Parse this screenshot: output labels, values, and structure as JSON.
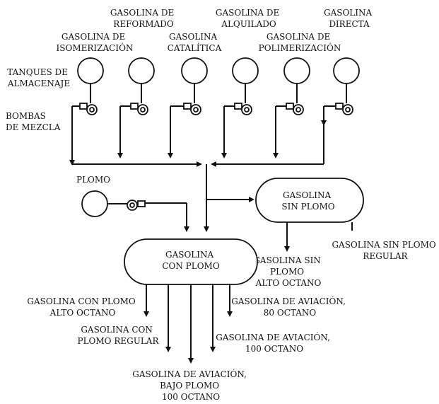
{
  "labels": {
    "tanques": [
      "TANQUES DE",
      "ALMACENAJE"
    ],
    "bombas": [
      "BOMBAS",
      "DE MEZCLA"
    ],
    "isomerizacion": [
      "GASOLINA DE",
      "ISOMERIZACIÓN"
    ],
    "reformado": [
      "GASOLINA DE",
      "REFORMADO"
    ],
    "catalitica": [
      "GASOLINA",
      "CATALÍTICA"
    ],
    "alquilado": [
      "GASOLINA DE",
      "ALQUILADO"
    ],
    "polimerizacion": [
      "GASOLINA DE",
      "POLIMERIZACIÓN"
    ],
    "directa": [
      "GASOLINA",
      "DIRECTA"
    ],
    "plomo": "PLOMO",
    "con_plomo_tank": [
      "GASOLINA",
      "CON PLOMO"
    ],
    "sin_plomo_tank": [
      "GASOLINA",
      "SIN PLOMO"
    ],
    "sin_plomo_alto": [
      "GASOLINA SIN",
      "PLOMO",
      "ALTO OCTANO"
    ],
    "sin_plomo_regular": [
      "GASOLINA SIN PLOMO",
      "REGULAR"
    ],
    "con_plomo_alto": [
      "GASOLINA CON PLOMO",
      "ALTO OCTANO"
    ],
    "con_plomo_regular": [
      "GASOLINA CON",
      "PLOMO REGULAR"
    ],
    "aviacion_bajo": [
      "GASOLINA DE AVIACIÓN,",
      "BAJO PLOMO",
      "100 OCTANO"
    ],
    "aviacion_100": [
      "GASOLINA DE AVIACIÓN,",
      "100 OCTANO"
    ],
    "aviacion_80": [
      "GASOLINA DE AVIACIÓN,",
      "80 OCTANO"
    ]
  }
}
